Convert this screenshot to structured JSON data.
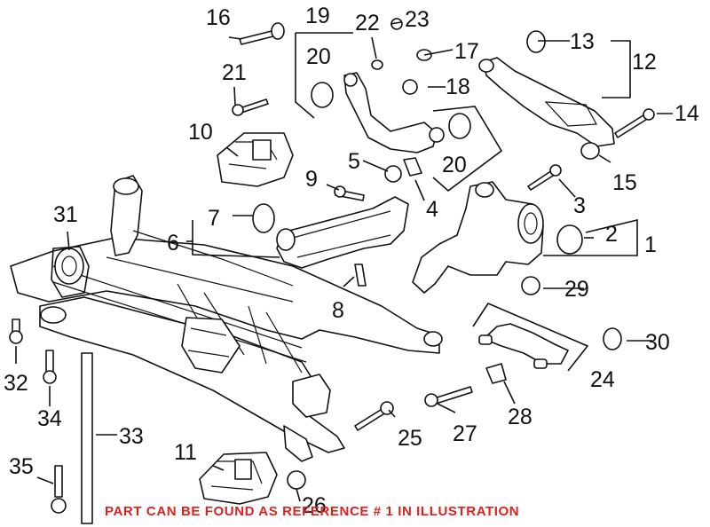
{
  "callouts": {
    "c1": "1",
    "c2": "2",
    "c3": "3",
    "c4": "4",
    "c5": "5",
    "c6": "6",
    "c7": "7",
    "c8": "8",
    "c9": "9",
    "c10": "10",
    "c11": "11",
    "c12": "12",
    "c13": "13",
    "c14": "14",
    "c15": "15",
    "c16": "16",
    "c17": "17",
    "c18": "18",
    "c19": "19",
    "c20a": "20",
    "c20b": "20",
    "c21": "21",
    "c22": "22",
    "c23": "23",
    "c24": "24",
    "c25": "25",
    "c26": "26",
    "c27": "27",
    "c28": "28",
    "c29": "29",
    "c30": "30",
    "c31": "31",
    "c32": "32",
    "c33": "33",
    "c34": "34",
    "c35": "35"
  },
  "footer": {
    "note": "PART CAN BE FOUND AS REFERENCE # 1 IN ILLUSTRATION",
    "color": "#e01f1f"
  }
}
